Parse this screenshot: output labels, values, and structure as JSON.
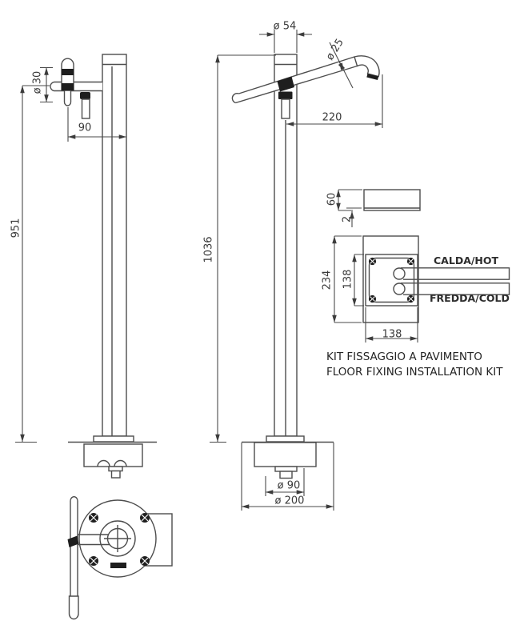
{
  "colors": {
    "line": "#4d4d4d",
    "dark_fill": "#1e1e1e",
    "text": "#3a3a3a"
  },
  "dims": {
    "cap_diameter": "ø 54",
    "spout_diameter": "ø 25",
    "spout_reach": "220",
    "front_height": "1036",
    "side_height": "951",
    "handle_diameter": "ø 30",
    "handle_offset": "90",
    "base_cover_diameter": "ø 90",
    "base_plate_diameter": "ø 200",
    "kit_box_height": "60",
    "kit_plate_thickness": "2",
    "kit_plate_length": "234",
    "kit_box_inner": "138",
    "kit_box_width": "138"
  },
  "labels": {
    "hot": "CALDA/HOT",
    "cold": "FREDDA/COLD"
  },
  "title": {
    "line1": "KIT FISSAGGIO A PAVIMENTO",
    "line2": "FLOOR FIXING INSTALLATION KIT"
  }
}
